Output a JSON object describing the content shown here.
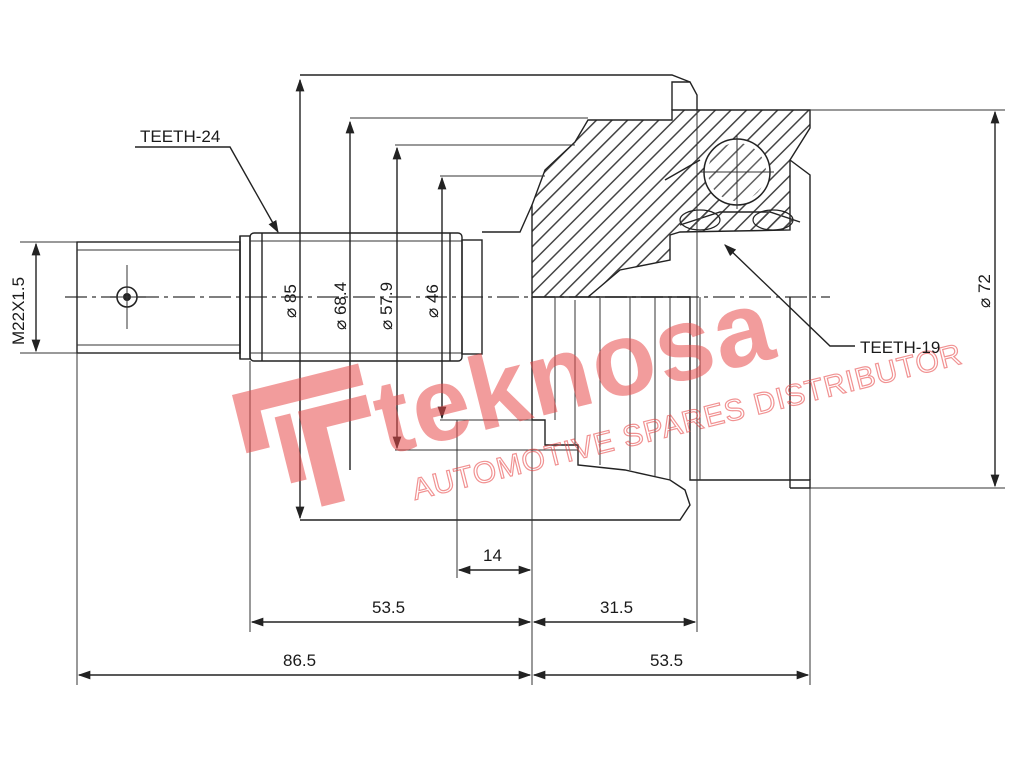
{
  "labels": {
    "teeth_outer": "TEETH-24",
    "teeth_inner": "TEETH-19",
    "thread": "M22X1.5",
    "dia_85": "⌀ 85",
    "dia_68": "⌀ 68.4",
    "dia_57": "⌀ 57.9",
    "dia_46": "⌀ 46",
    "dia_72": "⌀ 72"
  },
  "dimensions": {
    "d14": "14",
    "d53a": "53.5",
    "d31": "31.5",
    "d86": "86.5",
    "d53b": "53.5"
  },
  "watermark": {
    "brand": "teknosa",
    "tagline": "AUTOMOTIVE SPARES DISTRIBUTOR",
    "color": "#e84a4a"
  }
}
